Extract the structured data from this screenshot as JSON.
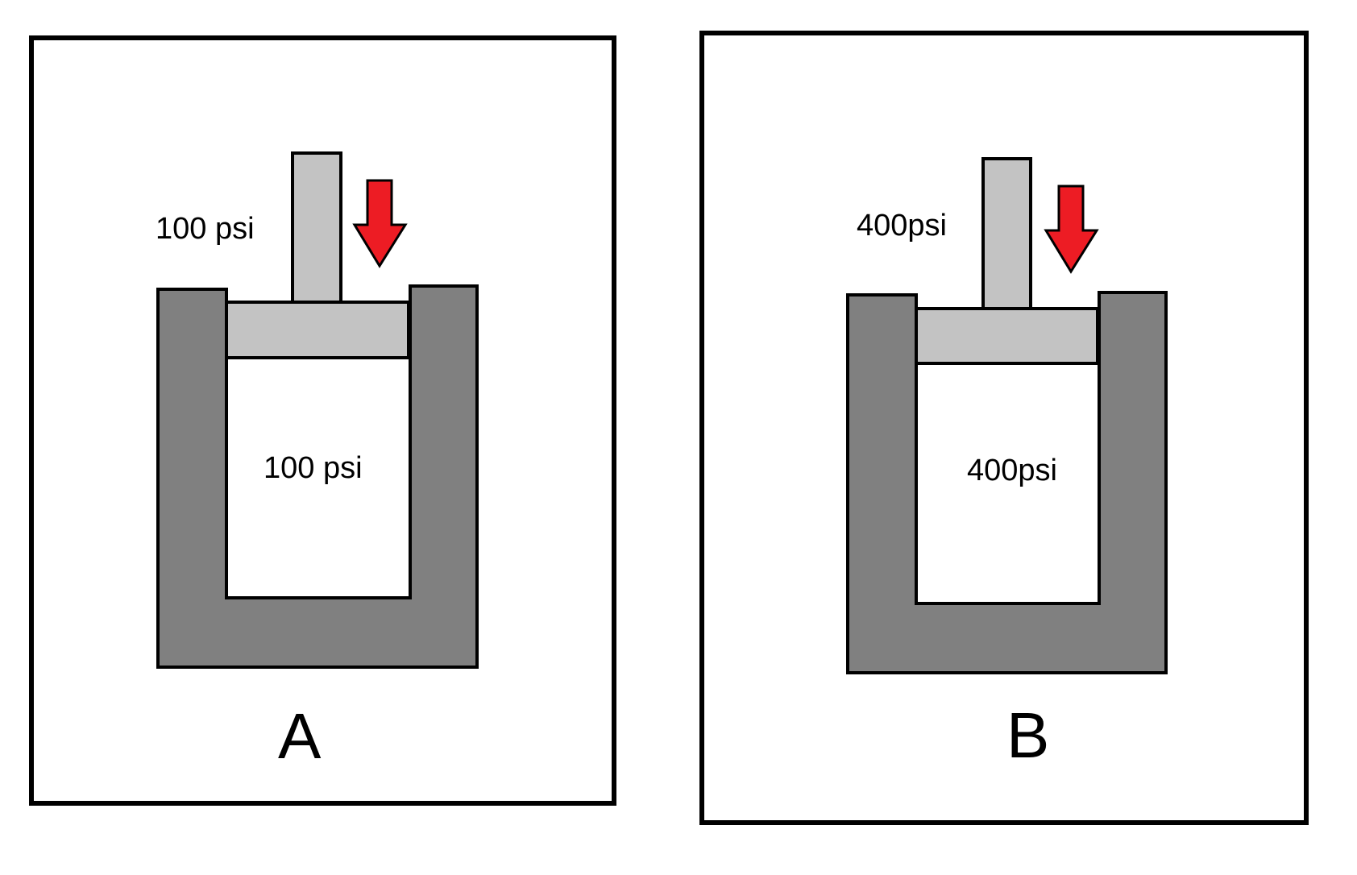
{
  "colors": {
    "background": "#ffffff",
    "frame_stroke": "#000000",
    "cylinder_body": "#808080",
    "piston": "#c3c3c3",
    "arrow": "#ed1c24",
    "chamber": "#ffffff"
  },
  "panels": [
    {
      "id": "A",
      "caption": "A",
      "applied_pressure_label": "100 psi",
      "internal_pressure_label": "100 psi",
      "arrow_direction": "down"
    },
    {
      "id": "B",
      "caption": "B",
      "applied_pressure_label": "400psi",
      "internal_pressure_label": "400psi",
      "arrow_direction": "down"
    }
  ]
}
